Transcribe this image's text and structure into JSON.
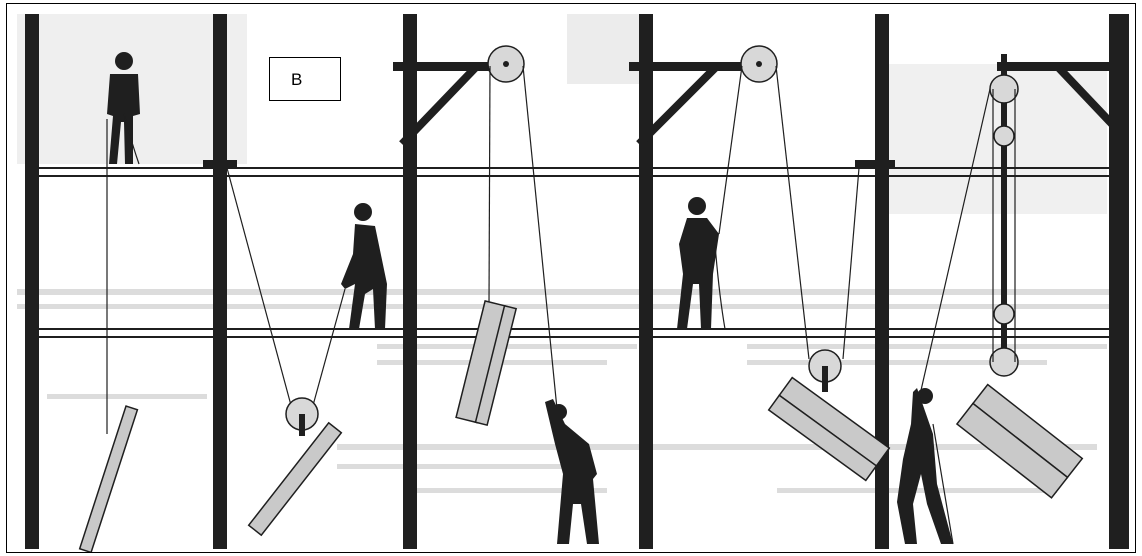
{
  "figure": {
    "panel_label": "B",
    "ink_color": "#1f1f1f",
    "ghost_color": "#d4d4d4",
    "load_fill": "#c9c9c9",
    "panels": [
      {
        "id": "panel-1",
        "method": "direct-hand-hoist"
      },
      {
        "id": "panel-2",
        "method": "fixed-single-pulley-lower-floor"
      },
      {
        "id": "panel-3",
        "method": "jib-pulley-pull-from-ground"
      },
      {
        "id": "panel-4",
        "method": "jib-pulley-lower-via-beam"
      },
      {
        "id": "panel-5",
        "method": "block-and-tackle"
      }
    ]
  }
}
